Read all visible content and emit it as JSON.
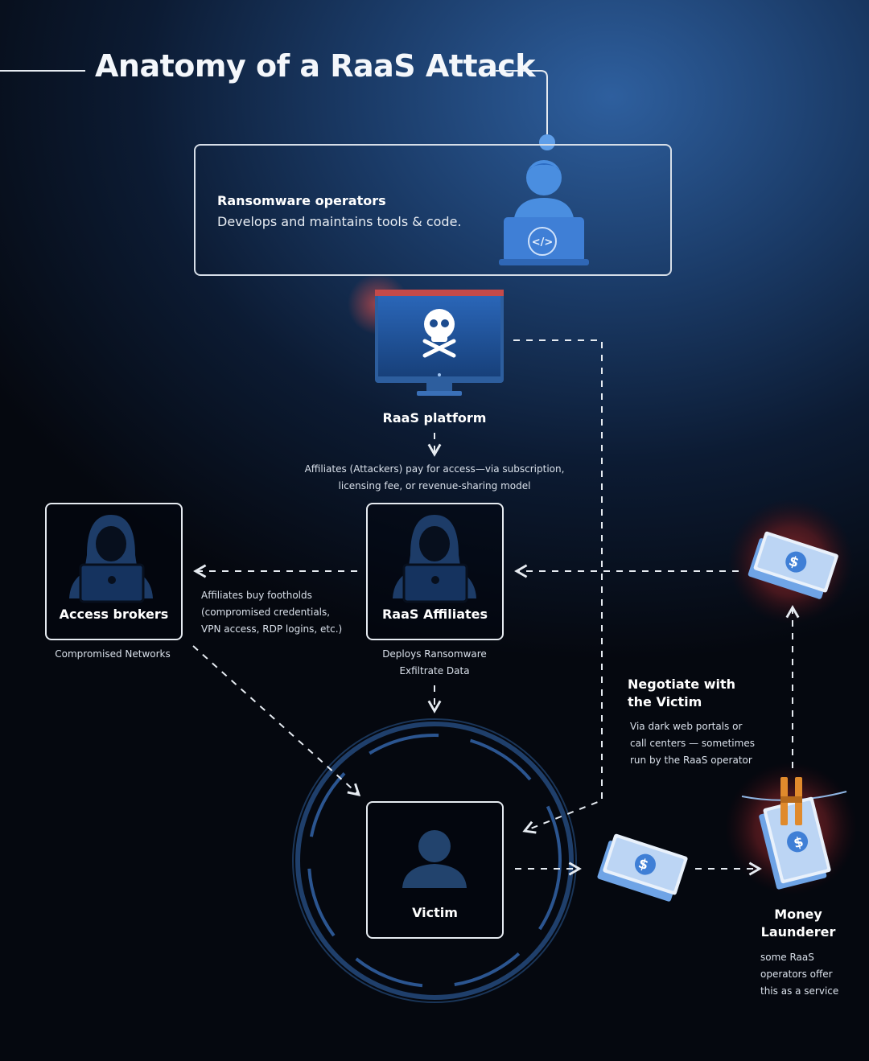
{
  "title": "Anatomy of a RaaS Attack",
  "operators": {
    "title": "Ransomware operators",
    "description": "Develops and maintains tools & code."
  },
  "platform": {
    "label": "RaaS platform",
    "note_line1": "Affiliates (Attackers) pay for access—via subscription,",
    "note_line2": "licensing fee, or revenue-sharing model"
  },
  "brokers": {
    "label": "Access brokers",
    "sublabel": "Compromised Networks"
  },
  "footholds": {
    "line1": "Affiliates buy footholds",
    "line2": "(compromised credentials,",
    "line3": "VPN access, RDP logins, etc.)"
  },
  "affiliates": {
    "label": "RaaS Affiliates",
    "sub1": "Deploys Ransomware",
    "sub2": "Exfiltrate Data"
  },
  "negotiate": {
    "title1": "Negotiate with",
    "title2": "the Victim",
    "line1": "Via dark web portals or",
    "line2": "call centers — sometimes",
    "line3": "run by the RaaS operator"
  },
  "victim": {
    "label": "Victim"
  },
  "launderer": {
    "title1": "Money",
    "title2": "Launderer",
    "line1": "some RaaS",
    "line2": "operators offer",
    "line3": "this as a service"
  },
  "icons": {
    "dollar": "$",
    "code": "</>"
  },
  "colors": {
    "accent_blue": "#3f7fd6",
    "icon_blue": "#4a8ee0",
    "line_white": "#e6ebf1",
    "danger_red": "#c0392b",
    "clip_orange": "#e08a2c"
  }
}
